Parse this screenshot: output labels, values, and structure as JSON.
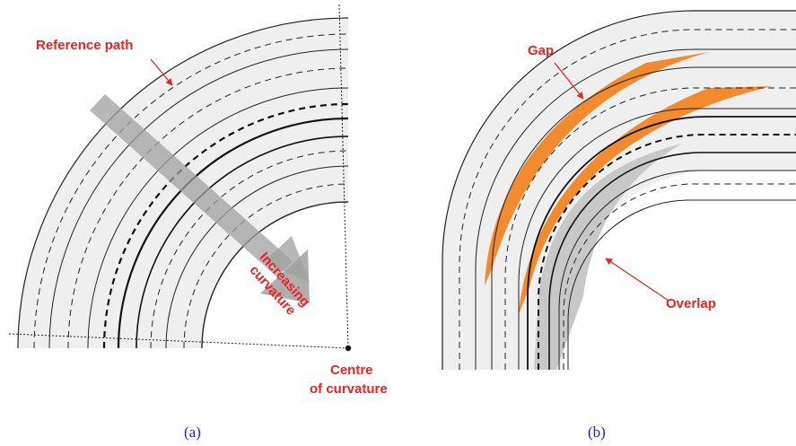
{
  "panel_a": {
    "reference_path": "Reference path",
    "increasing_line1": "Increasing",
    "increasing_line2": "curvature",
    "centre_line1": "Centre",
    "centre_line2": "of curvature",
    "caption": "(a)"
  },
  "panel_b": {
    "gap": "Gap",
    "overlap": "Overlap",
    "caption": "(b)"
  },
  "colors": {
    "annotation": "#ee2222",
    "caption": "#1a22cc",
    "gap_fill": "#f28a30",
    "overlap_fill": "#c8c8c8",
    "lane_fill": "#efefef",
    "arrow": "#a0a0a0"
  }
}
